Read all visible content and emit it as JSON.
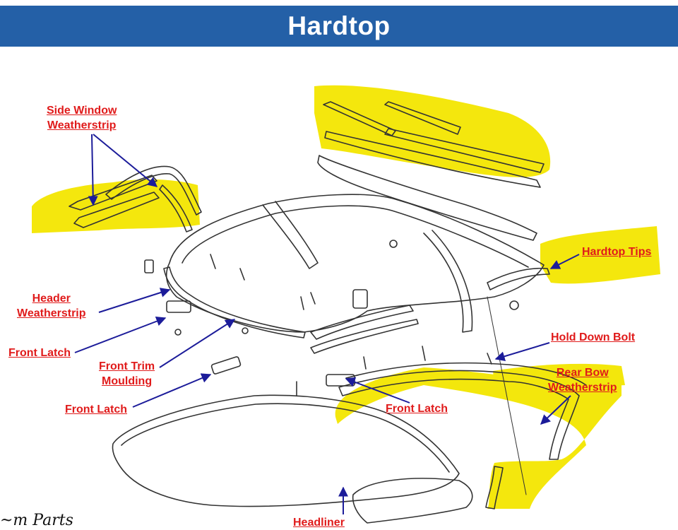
{
  "header": {
    "title": "Hardtop"
  },
  "colors": {
    "banner": "#2460a7",
    "label": "#e01b1b",
    "arrow": "#1c1c9a",
    "highlight": "#f3e600"
  },
  "labels": {
    "side_window": [
      "Side Window",
      "Weatherstrip"
    ],
    "header_weatherstrip": [
      "Header",
      "Weatherstrip"
    ],
    "front_latch_left": "Front Latch",
    "front_trim": [
      "Front Trim",
      "Moulding"
    ],
    "front_latch_lower": "Front Latch",
    "front_latch_center": "Front Latch",
    "hardtop_tips": "Hardtop Tips",
    "hold_down_bolt": "Hold Down Bolt",
    "rear_bow": [
      "Rear Bow",
      "Weatherstrip"
    ],
    "headliner": "Headliner"
  },
  "logo": {
    "text": "~m Parts"
  }
}
